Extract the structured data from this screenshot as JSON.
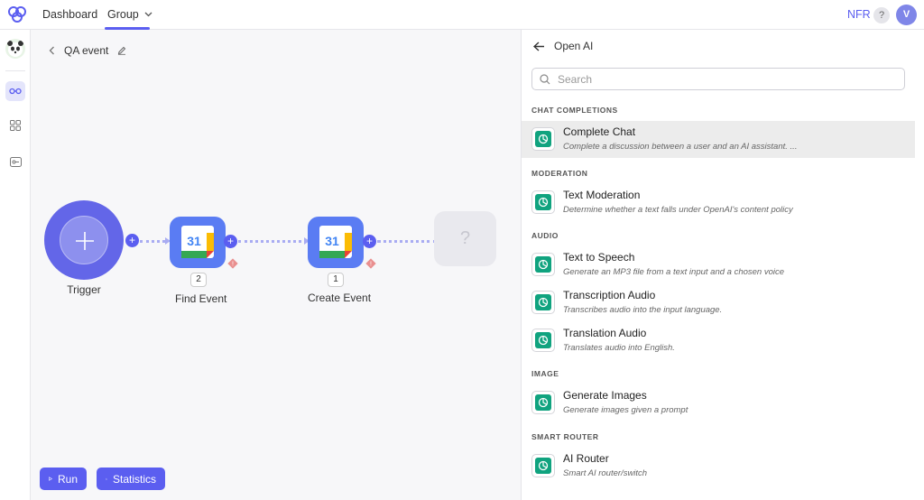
{
  "topbar": {
    "nav": [
      {
        "label": "Dashboard"
      },
      {
        "label": "Group"
      }
    ],
    "account_label": "NFR",
    "help_label": "?",
    "avatar_initial": "V"
  },
  "sidebar": {
    "items": [
      {
        "icon": "panda-avatar-icon"
      },
      {
        "icon": "flows-icon",
        "active": true
      },
      {
        "icon": "apps-grid-icon"
      },
      {
        "icon": "key-icon"
      }
    ]
  },
  "canvas": {
    "flow_name": "QA event",
    "trigger_label": "Trigger",
    "nodes": [
      {
        "label": "Find Event",
        "count": "2",
        "calendar_day": "31"
      },
      {
        "label": "Create Event",
        "count": "1",
        "calendar_day": "31"
      }
    ],
    "placeholder_node": "?",
    "run_label": "Run",
    "statistics_label": "Statistics"
  },
  "panel": {
    "title": "Open AI",
    "search_placeholder": "Search",
    "sections": [
      {
        "name": "CHAT COMPLETIONS",
        "items": [
          {
            "title": "Complete Chat",
            "desc": "Complete a discussion between a user and an AI assistant. ...",
            "selected": true
          }
        ]
      },
      {
        "name": "MODERATION",
        "items": [
          {
            "title": "Text Moderation",
            "desc": "Determine whether a text falls under OpenAI's content policy"
          }
        ]
      },
      {
        "name": "AUDIO",
        "items": [
          {
            "title": "Text to Speech",
            "desc": "Generate an MP3 file from a text input and a chosen voice"
          },
          {
            "title": "Transcription Audio",
            "desc": "Transcribes audio into the input language."
          },
          {
            "title": "Translation Audio",
            "desc": "Translates audio into English."
          }
        ]
      },
      {
        "name": "IMAGE",
        "items": [
          {
            "title": "Generate Images",
            "desc": "Generate images given a prompt"
          }
        ]
      },
      {
        "name": "SMART ROUTER",
        "items": [
          {
            "title": "AI Router",
            "desc": "Smart AI router/switch"
          }
        ]
      }
    ]
  },
  "colors": {
    "accent": "#5b5ef0",
    "node_blue": "#5a7cf3",
    "openai_green": "#10a37f"
  }
}
